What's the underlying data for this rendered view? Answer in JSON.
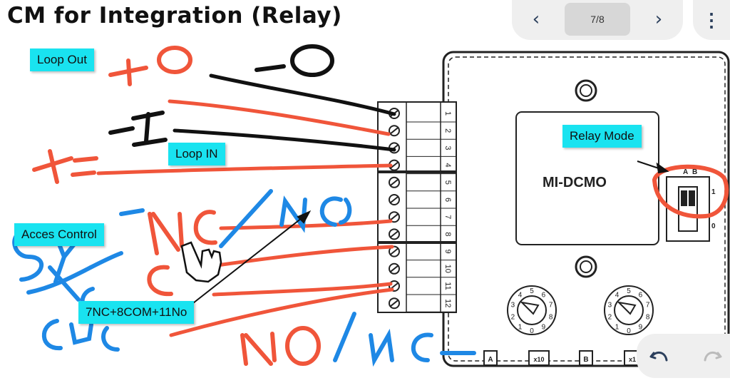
{
  "title": "CM for Integration (Relay)",
  "navigation": {
    "prev_icon": "chevron-left-icon",
    "next_icon": "chevron-right-icon",
    "page_indicator": "7/8",
    "menu_icon": "more-vertical-icon"
  },
  "annotations": {
    "loop_out": "Loop Out",
    "loop_in": "Loop IN",
    "access_control": "Acces Control",
    "relay_mode": "Relay Mode",
    "wiring_note": "7NC+8COM+11No"
  },
  "device": {
    "model": "MI-DCMO",
    "terminals": [
      "1",
      "2",
      "3",
      "4",
      "5",
      "6",
      "7",
      "8",
      "9",
      "10",
      "11",
      "12"
    ],
    "switch_labels": {
      "a": "A",
      "b": "B",
      "one": "1",
      "zero": "0"
    },
    "bottom_labels": [
      "A",
      "x10",
      "B",
      "x1"
    ],
    "dial_digits": [
      "0",
      "1",
      "2",
      "3",
      "4",
      "5",
      "6",
      "7",
      "8",
      "9"
    ]
  },
  "tools": {
    "undo_icon": "undo-icon",
    "redo_icon": "redo-icon"
  },
  "colors": {
    "accent": "#19e3f0",
    "ink_red": "#f0553a",
    "ink_blue": "#1e88e5",
    "ink_black": "#111111"
  }
}
